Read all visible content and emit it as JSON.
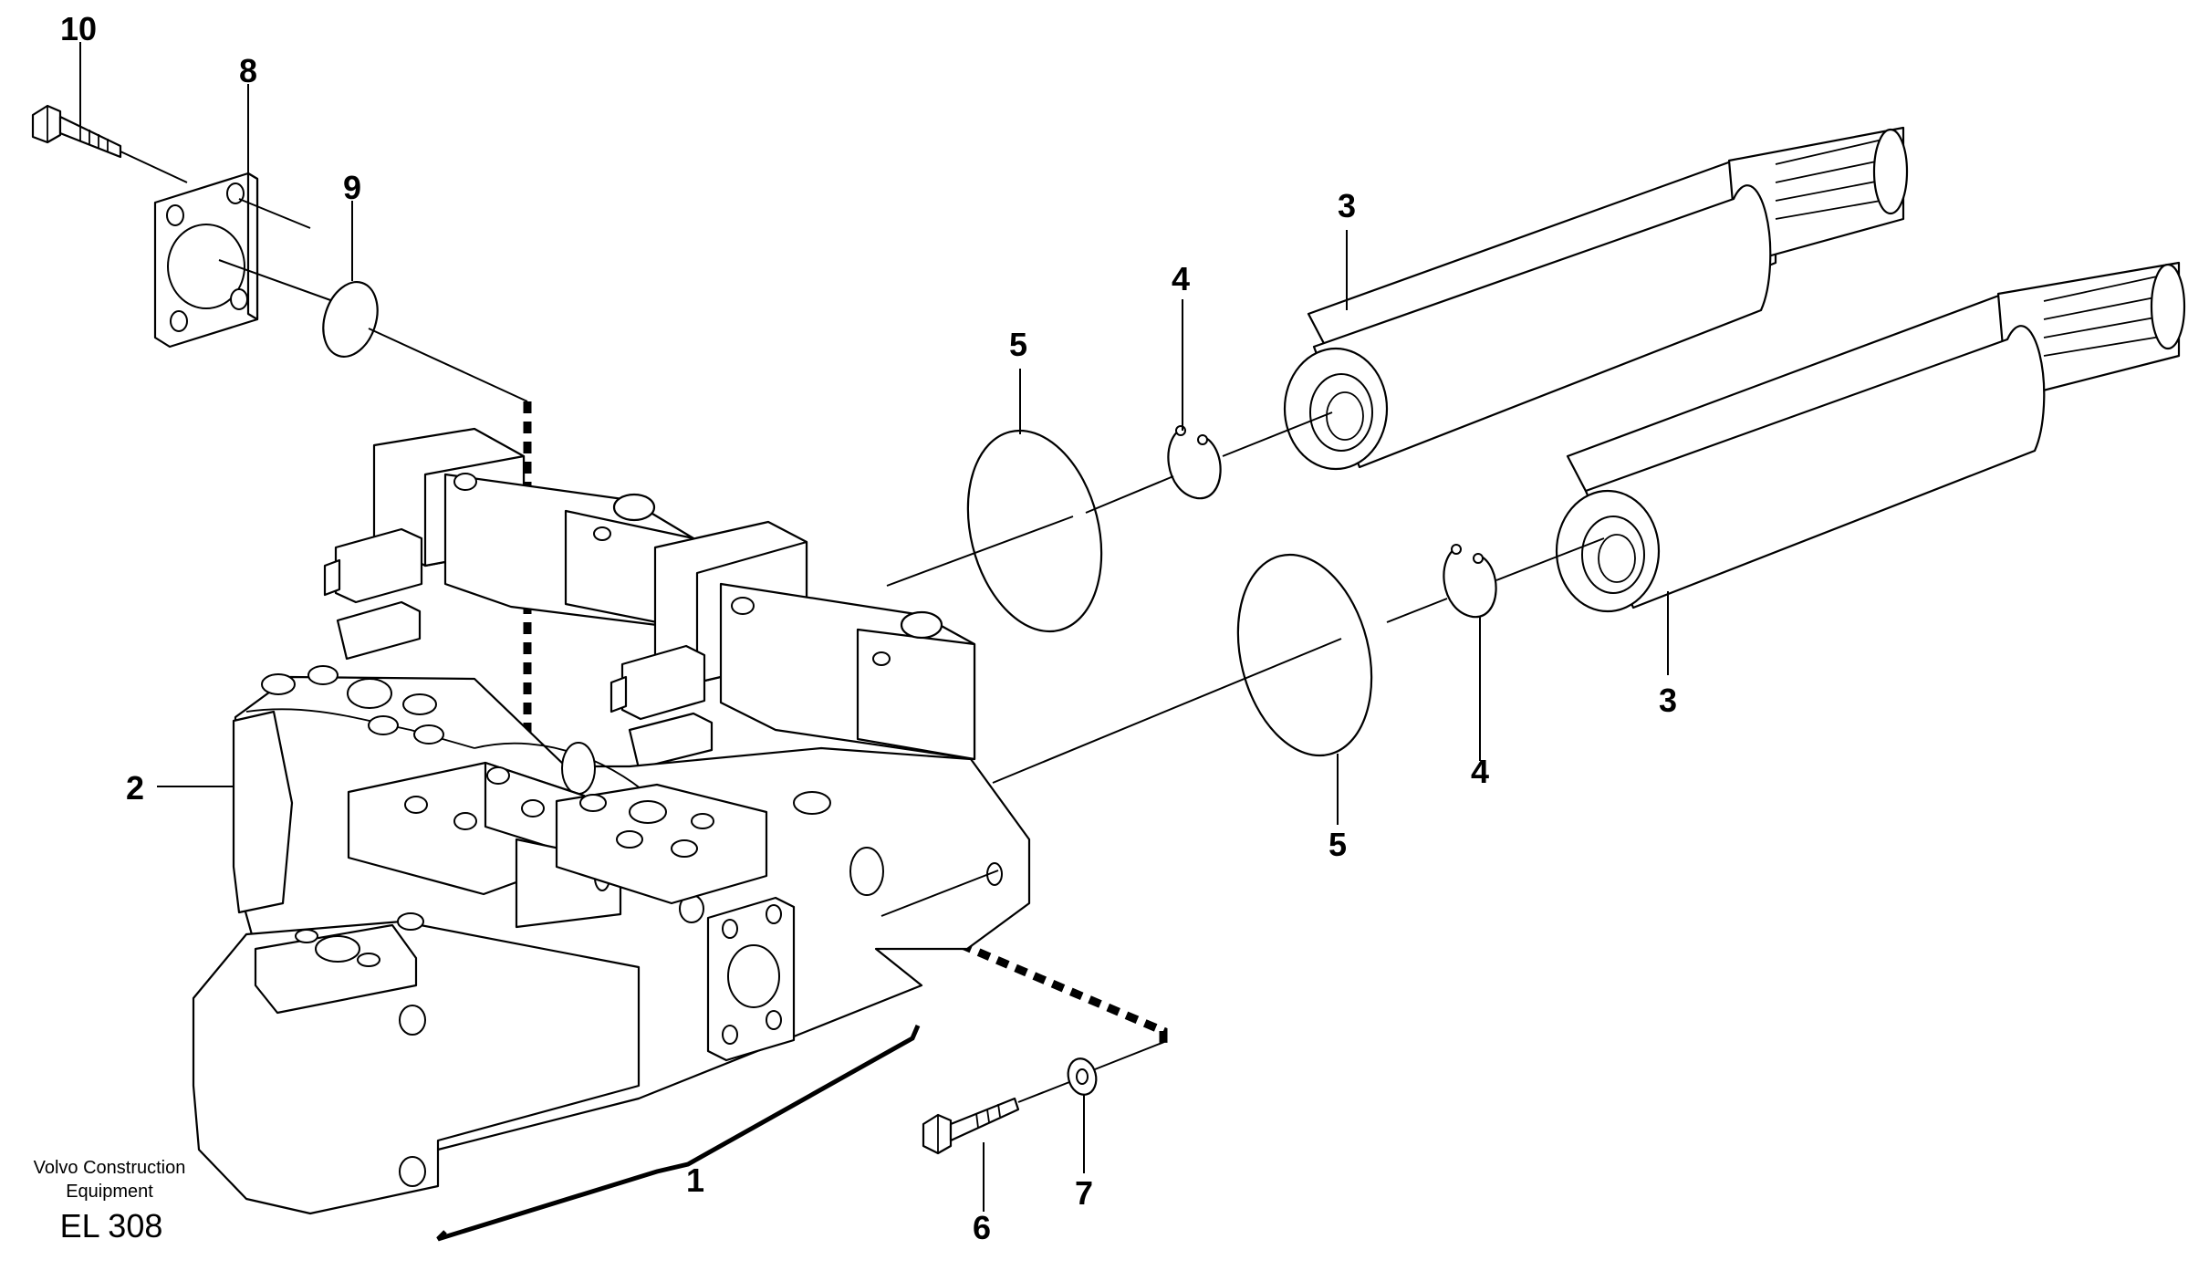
{
  "callouts": {
    "c1": "1",
    "c2": "2",
    "c3a": "3",
    "c3b": "3",
    "c4a": "4",
    "c4b": "4",
    "c5a": "5",
    "c5b": "5",
    "c6": "6",
    "c7": "7",
    "c8": "8",
    "c9": "9",
    "c10": "10"
  },
  "credit": {
    "line1": "Volvo Construction",
    "line2": "Equipment",
    "figure_id": "EL 308"
  }
}
